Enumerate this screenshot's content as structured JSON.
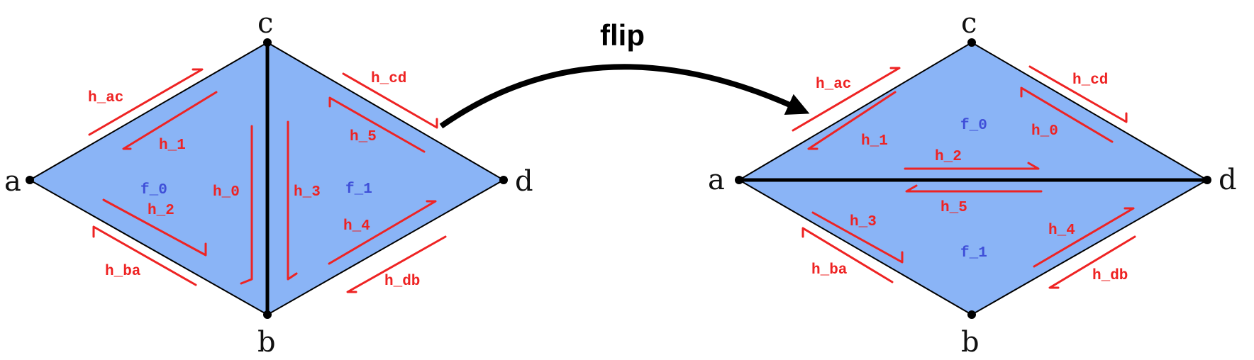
{
  "colors": {
    "face_fill": "#8ab4f6",
    "half_edge": "#ee2323",
    "face_label": "#3f4fd8",
    "edge": "#000000"
  },
  "flip_label": "flip",
  "left": {
    "vertices": {
      "a": "a",
      "b": "b",
      "c": "c",
      "d": "d"
    },
    "faces": [
      "f_0",
      "f_1"
    ],
    "half_edges": [
      "h_ac",
      "h_cd",
      "h_1",
      "h_5",
      "h_0",
      "h_3",
      "h_2",
      "h_4",
      "h_ba",
      "h_db"
    ]
  },
  "right": {
    "vertices": {
      "a": "a",
      "b": "b",
      "c": "c",
      "d": "d"
    },
    "faces": [
      "f_0",
      "f_1"
    ],
    "half_edges": [
      "h_ac",
      "h_cd",
      "h_1",
      "h_0",
      "h_2",
      "h_5",
      "h_3",
      "h_4",
      "h_ba",
      "h_db"
    ]
  }
}
